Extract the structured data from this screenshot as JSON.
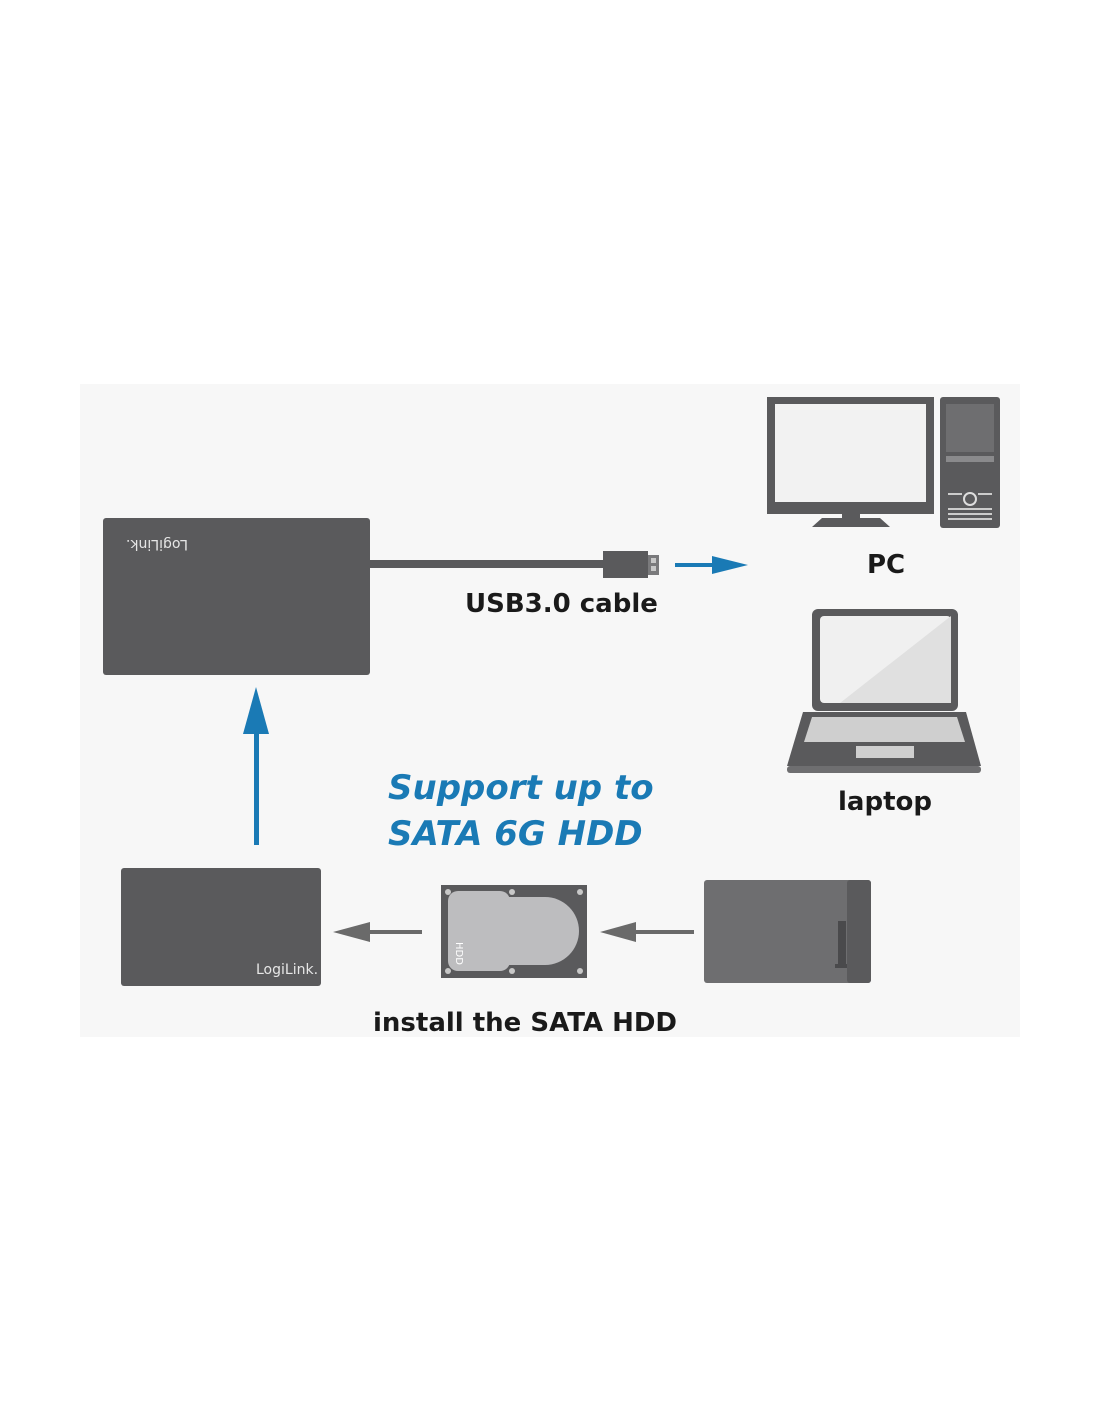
{
  "labels": {
    "pc": "PC",
    "usb_cable": "USB3.0 cable",
    "laptop": "laptop",
    "support_line1": "Support up to",
    "support_line2": "SATA 6G HDD",
    "install": "install the SATA HDD"
  },
  "logos": {
    "enclosure_top": "LogiLink.",
    "enclosure_bottom": "LogiLink."
  },
  "hdd_label": "HDD",
  "colors": {
    "accent_blue": "#1a7ab5",
    "device_gray": "#5a5a5c",
    "panel_bg": "#f7f7f7"
  }
}
